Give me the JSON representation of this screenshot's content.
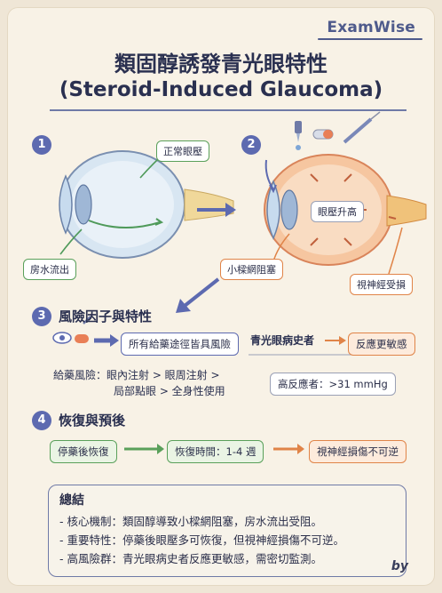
{
  "brand": "ExamWise",
  "title_zh": "類固醇誘發青光眼特性",
  "title_en": "(Steroid-Induced Glaucoma)",
  "step1": {
    "num": "1",
    "label_normal": "正常眼壓",
    "label_outflow": "房水流出"
  },
  "step2": {
    "num": "2",
    "label_iop": "眼壓升高",
    "label_block": "小樑網阻塞",
    "label_nerve": "視神經受損"
  },
  "step3": {
    "num": "3",
    "heading": "風險因子與特性",
    "all_routes": "所有給藥途徑皆具風險",
    "route_risk_line1": "給藥風險：眼內注射 > 眼周注射 >",
    "route_risk_line2": "局部點眼 > 全身性使用",
    "history": "青光眼病史者",
    "more_sensitive": "反應更敏感",
    "high_responder": "高反應者：>31 mmHg"
  },
  "step4": {
    "num": "4",
    "heading": "恢復與預後",
    "stop": "停藥後恢復",
    "time": "恢復時間：1-4 週",
    "irreversible": "視神經損傷不可逆"
  },
  "summary": {
    "title": "總結",
    "lines": [
      "- 核心機制：類固醇導致小樑網阻塞，房水流出受阻。",
      "- 重要特性：停藥後眼壓多可恢復，但視神經損傷不可逆。",
      "- 高風險群：青光眼病史者反應更敏感，需密切監測。"
    ]
  },
  "footer": "by",
  "colors": {
    "accent": "#5d6ab0",
    "green": "#5aa05a",
    "orange": "#e08448",
    "background": "#f8f2e6"
  }
}
